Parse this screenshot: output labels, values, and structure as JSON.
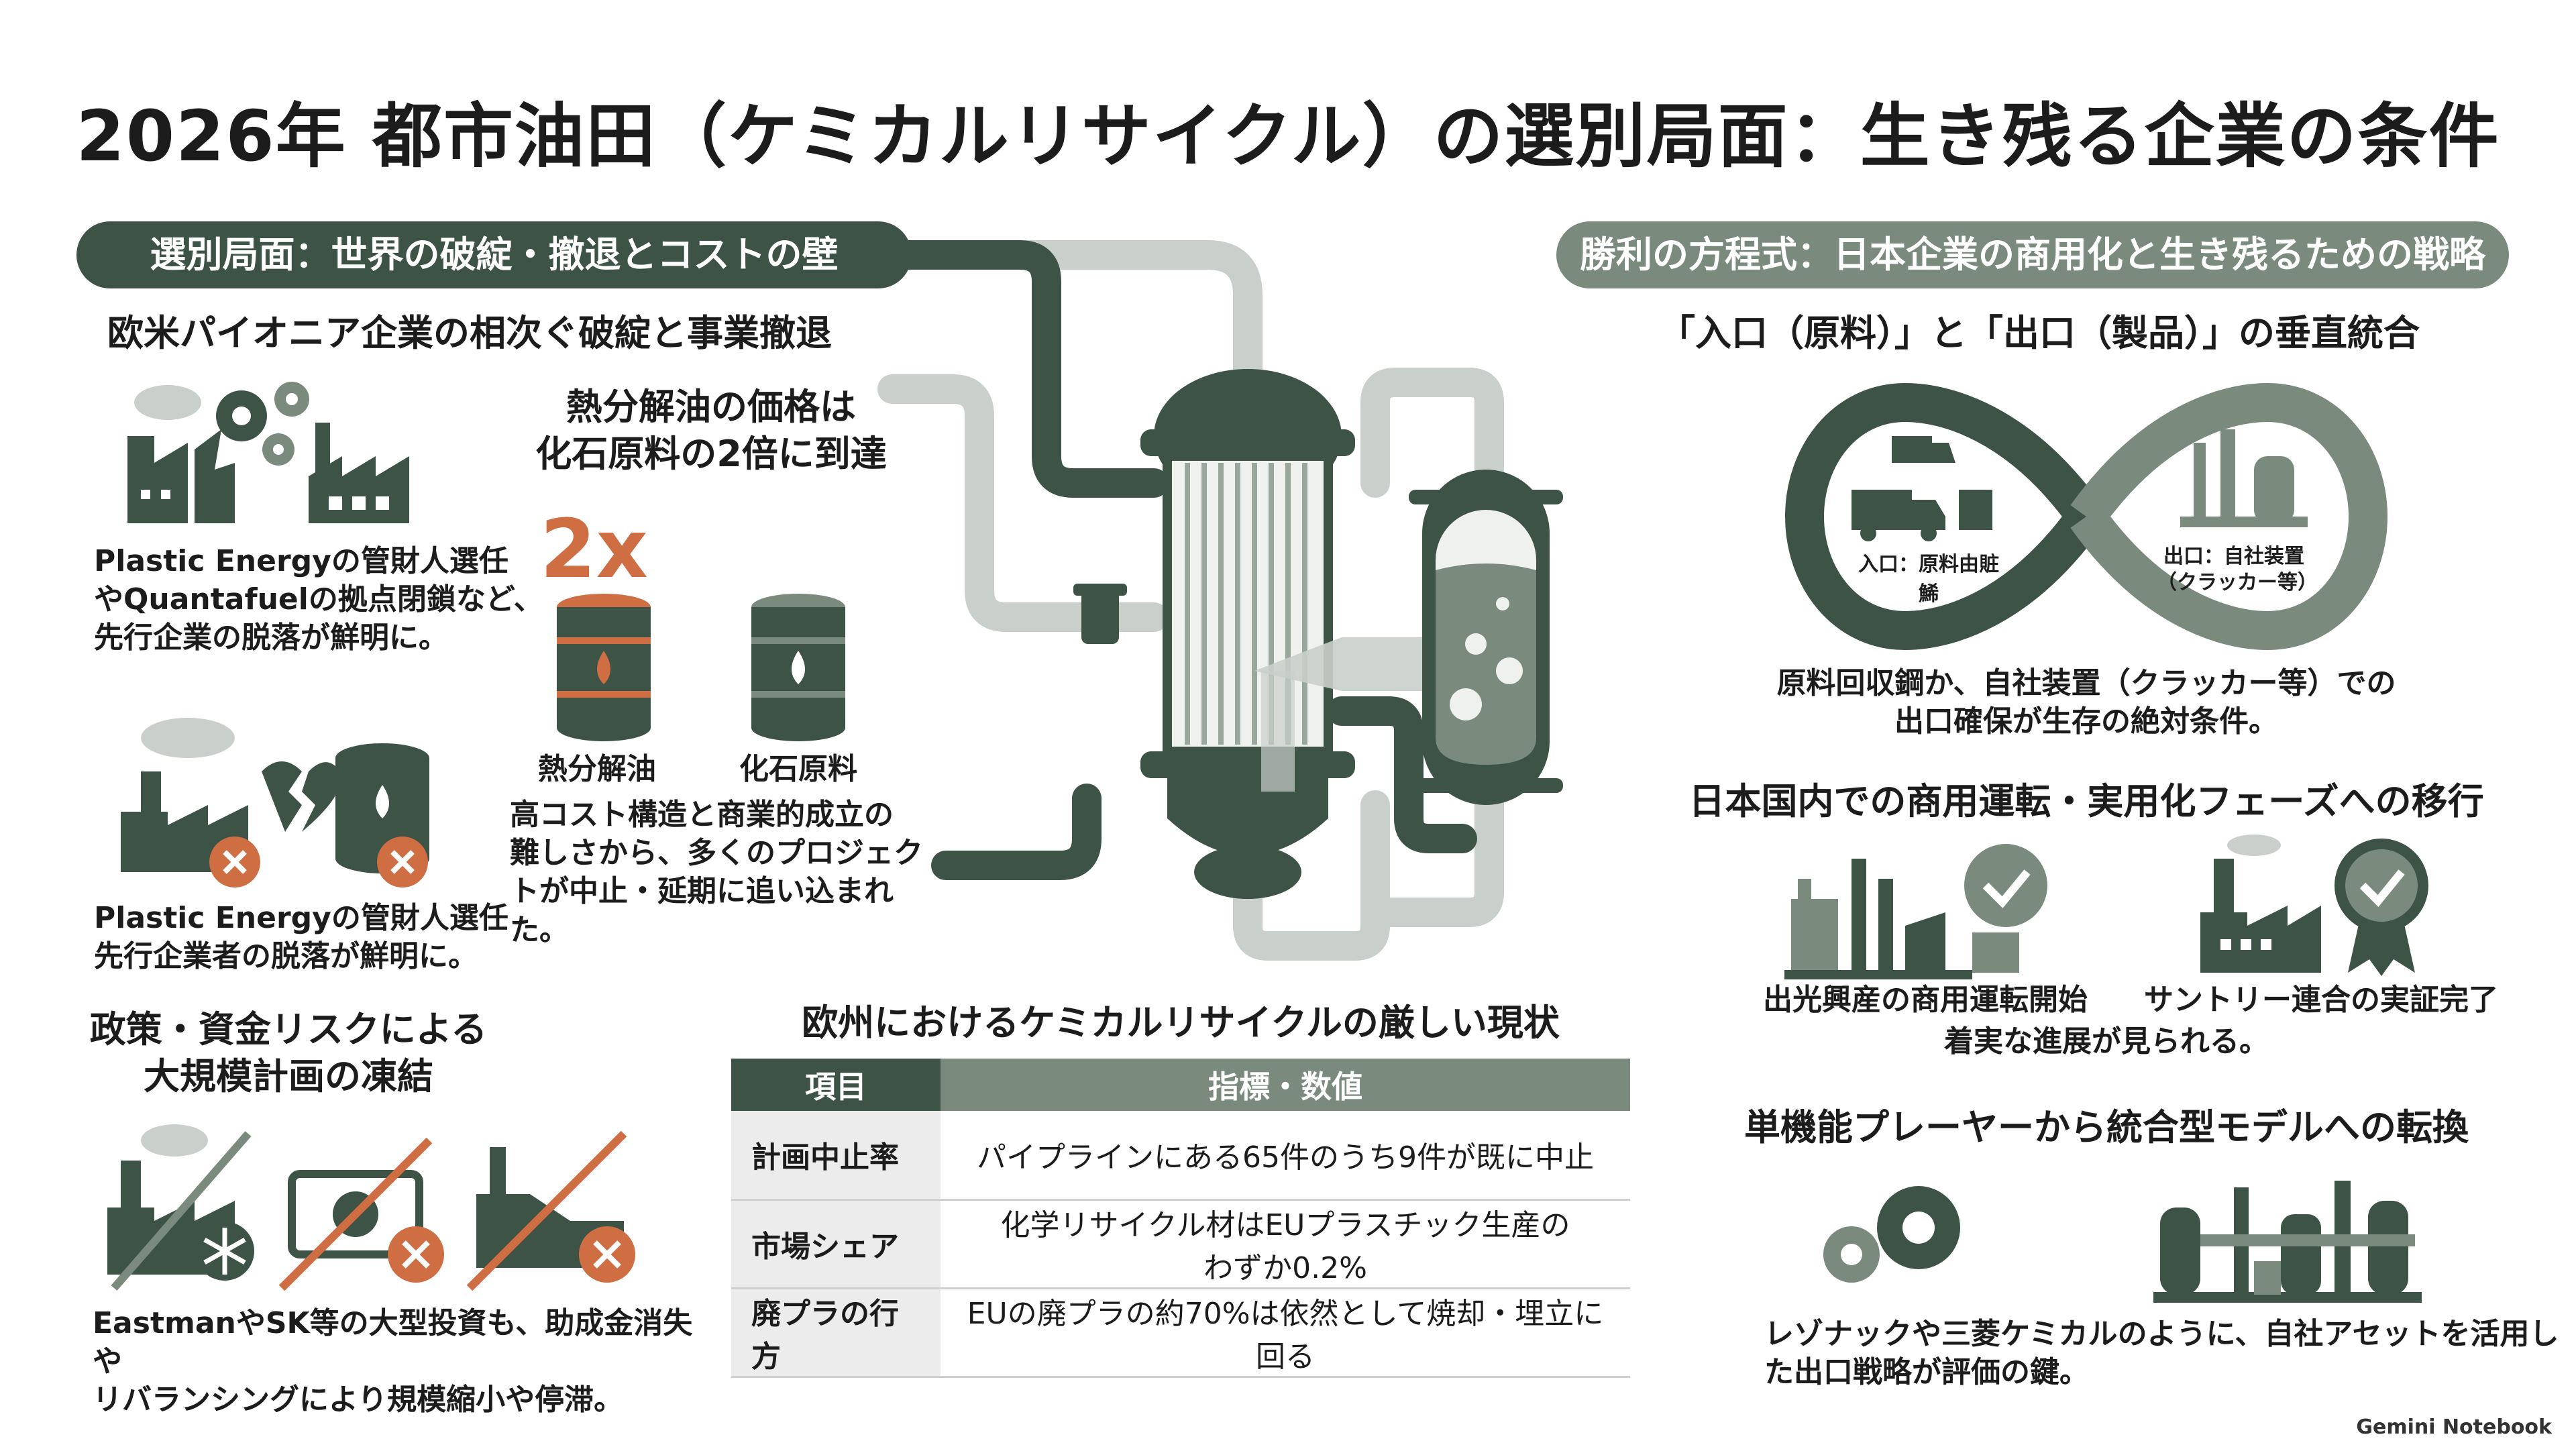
{
  "title": "2026年 都市油田（ケミカルリサイクル）の選別局面：生き残る企業の条件",
  "left": {
    "pill": "選別局面：世界の破綻・撤退とコストの壁",
    "s1_heading": "欧米パイオニア企業の相次ぐ破綻と事業撤退",
    "s1_text": [
      "Plastic Energyの管財人選任",
      "やQuantafuelの拠点閉鎖など、",
      "先行企業の脱落が鮮明に。"
    ],
    "s1b_text": [
      "Plastic Energyの管財人選任",
      "先行企業者の脱落が鮮明に。"
    ],
    "price_heading": [
      "熱分解油の価格は",
      "化石原料の2倍に到達"
    ],
    "multiplier": "2x",
    "barrel1_label": "熱分解油",
    "barrel2_label": "化石原料",
    "price_text": [
      "高コスト構造と商業的成立の",
      "難しさから、多くのプロジェク",
      "トが中止・延期に追い込まれた。"
    ],
    "s2_heading": [
      "政策・資金リスクによる",
      "大規模計画の凍結"
    ],
    "s2_text": [
      "EastmanやSK等の大型投資も、助成金消失や",
      "リバランシングにより規模縮小や停滞。"
    ]
  },
  "table": {
    "title": "欧州におけるケミカルリサイクルの厳しい現状",
    "headers": [
      "項目",
      "指標・数値"
    ],
    "rows": [
      {
        "k": "計画中止率",
        "v": [
          "パイプラインにある65件のうち9件が既に中止"
        ]
      },
      {
        "k": "市場シェア",
        "v": [
          "化学リサイクル材はEUプラスチック生産の",
          "わずか0.2%"
        ]
      },
      {
        "k": "廃プラの行方",
        "v": [
          "EUの廃プラの約70%は依然として焼却・埋立に回る"
        ]
      }
    ]
  },
  "right": {
    "pill": "勝利の方程式：日本企業の商用化と生き残るための戦略",
    "s1_heading": "「入口（原料）」と「出口（製品）」の垂直統合",
    "loop_left": "入口：原料由賍鯑",
    "loop_right": [
      "出口：自社装置",
      "（クラッカー等）"
    ],
    "s1_text": [
      "原料回収鋼か、自社装置（クラッカー等）での",
      "出口確保が生存の絶対条件。"
    ],
    "s2_heading": "日本国内での商用運転・実用化フェーズへの移行",
    "s2_label1": "出光興産の商用運転開始",
    "s2_label2": "サントリー連合の実証完了",
    "s2_text": "着実な進展が見られる。",
    "s3_heading": "単機能プレーヤーから統合型モデルへの転換",
    "s3_text": [
      "レゾナックや三菱ケミカルのように、自社アセットを活用し",
      "た出口戦略が評価の鍵。"
    ]
  },
  "footer": "Gemini Notebook",
  "colors": {
    "dark": "#3c5346",
    "mid": "#7a8b7e",
    "light": "#c9cfca",
    "accent": "#cf6d43"
  }
}
